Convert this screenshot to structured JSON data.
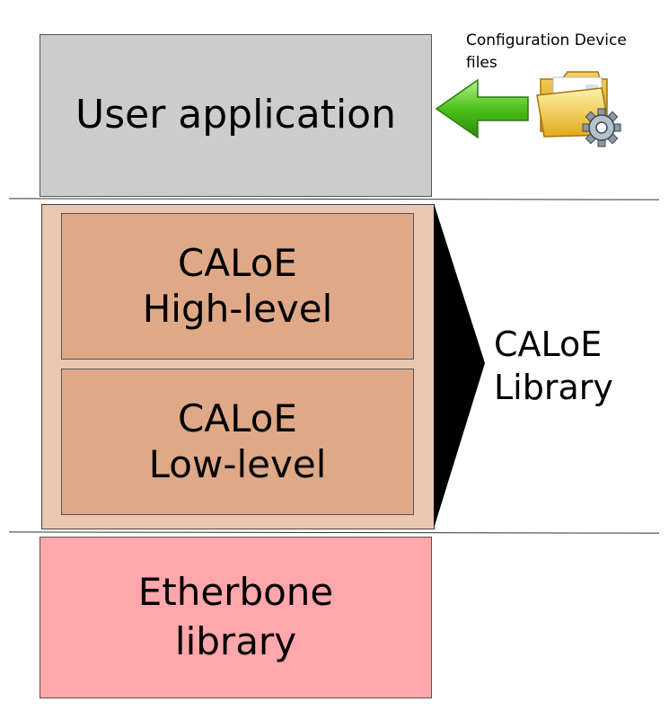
{
  "config": {
    "label_line1": "Configuration Device",
    "label_line2": "files"
  },
  "user_app": {
    "label": "User application"
  },
  "caloe": {
    "high_line1": "CALoE",
    "high_line2": "High-level",
    "low_line1": "CALoE",
    "low_line2": "Low-level",
    "library_line1": "CALoE",
    "library_line2": "Library"
  },
  "etherbone": {
    "line1": "Etherbone",
    "line2": "library"
  },
  "colors": {
    "user_app": "#cccccc",
    "caloe_outer": "#eac7b1",
    "caloe_inner": "#dfa988",
    "etherbone": "#ffa7ab",
    "arrow": "#44bb10",
    "folder": "#f5c83a"
  },
  "icons": [
    "green-arrow-left-icon",
    "config-folder-icon",
    "gear-icon"
  ]
}
